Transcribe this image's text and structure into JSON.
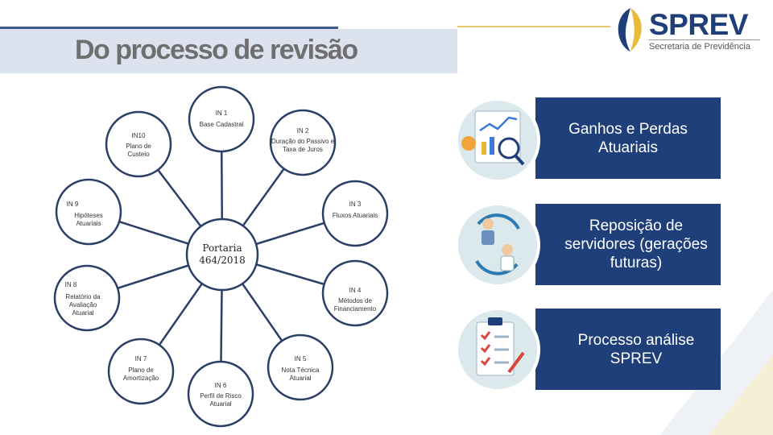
{
  "header": {
    "title": "Do processo de revisão",
    "logo_name": "SPREV",
    "logo_subtitle": "Secretaria de Previdência"
  },
  "diagram": {
    "center": "Portaria 464/2018",
    "nodes": [
      {
        "id": "IN 1",
        "label": "Base Cadastral"
      },
      {
        "id": "IN 2",
        "label": "Duração do Passivo e Taxa de Juros"
      },
      {
        "id": "IN 3",
        "label": "Fluxos Atuariais"
      },
      {
        "id": "IN 4",
        "label": "Métodos de Financiamento"
      },
      {
        "id": "IN 5",
        "label": "Nota Técnica Atuarial"
      },
      {
        "id": "IN 6",
        "label": "Perfil de Risco Atuarial"
      },
      {
        "id": "IN 7",
        "label": "Plano de Amortização"
      },
      {
        "id": "IN 8",
        "label": "Relatório da Avaliação Atuarial"
      },
      {
        "id": "IN 9",
        "label": "Hipóteses Atuariais"
      },
      {
        "id": "IN10",
        "label": "Plano de Custeio"
      }
    ]
  },
  "panels": [
    {
      "text": "Ganhos e Perdas Atuariais",
      "icon": "chart-magnifier-icon"
    },
    {
      "text": "Reposição de servidores (gerações futuras)",
      "icon": "people-recycle-icon"
    },
    {
      "text": "Processo análise SPREV",
      "icon": "checklist-icon"
    }
  ],
  "colors": {
    "panel": "#1f3f7a",
    "title_band": "#dde3ee",
    "circle_icon_bg": "#dbe9ec"
  }
}
